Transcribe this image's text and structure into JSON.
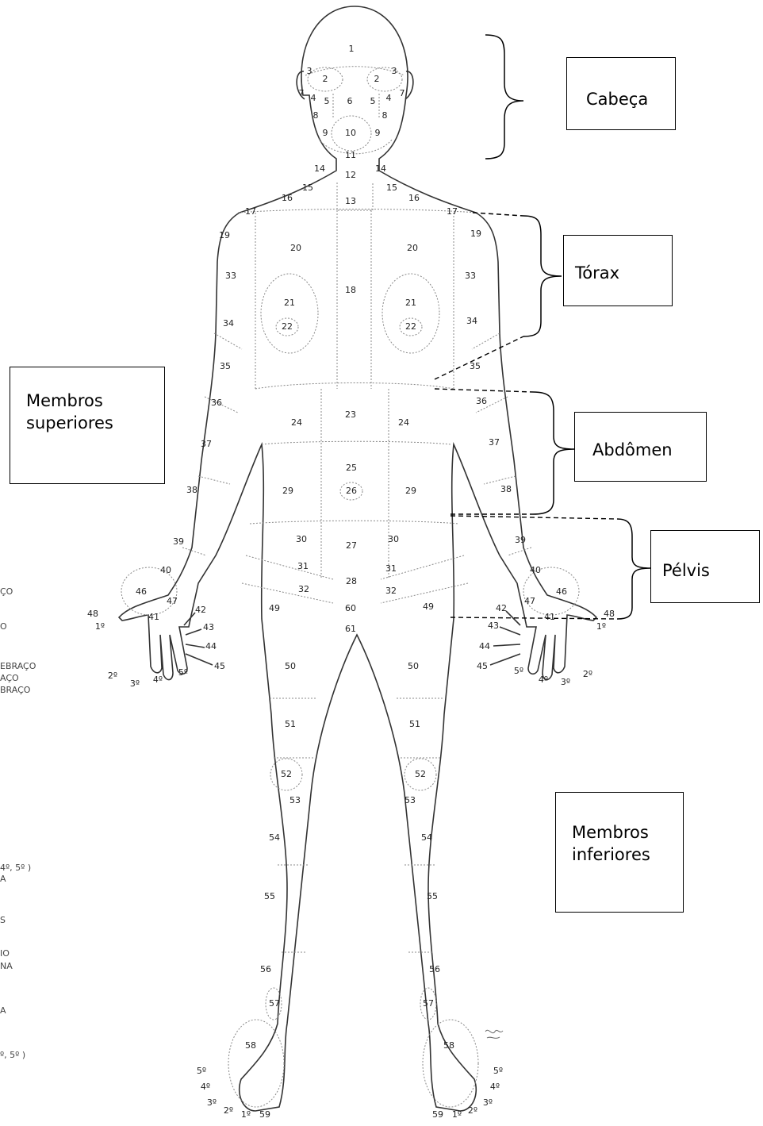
{
  "labels": {
    "cabeca": "Cabeça",
    "torax": "Tórax",
    "abdomen": "Abdômen",
    "pelvis": "Pélvis",
    "membros_superiores": "Membros superiores",
    "membros_inferiores": "Membros inferiores"
  },
  "left_legend_fragments": [
    "ÇO",
    "O",
    "EBRAÇO",
    "AÇO",
    "BRAÇO",
    "4º, 5º )",
    "A",
    "S",
    "IO",
    "NA",
    "A",
    "º, 5º )"
  ],
  "region_numbers": [
    "1",
    "2",
    "2",
    "3",
    "3",
    "4",
    "4",
    "5",
    "5",
    "6",
    "7",
    "7",
    "8",
    "8",
    "9",
    "9",
    "10",
    "11",
    "12",
    "13",
    "14",
    "14",
    "15",
    "15",
    "16",
    "16",
    "17",
    "17",
    "18",
    "19",
    "19",
    "20",
    "20",
    "21",
    "21",
    "22",
    "22",
    "23",
    "24",
    "24",
    "25",
    "26",
    "27",
    "28",
    "29",
    "29",
    "30",
    "30",
    "31",
    "31",
    "32",
    "32",
    "33",
    "33",
    "34",
    "34",
    "35",
    "35",
    "36",
    "36",
    "37",
    "37",
    "38",
    "38",
    "39",
    "39",
    "40",
    "40",
    "41",
    "41",
    "42",
    "42",
    "43",
    "43",
    "44",
    "44",
    "45",
    "45",
    "46",
    "46",
    "47",
    "47",
    "48",
    "48",
    "49",
    "49",
    "50",
    "50",
    "51",
    "51",
    "52",
    "52",
    "53",
    "53",
    "54",
    "54",
    "55",
    "55",
    "56",
    "56",
    "57",
    "57",
    "58",
    "58",
    "59",
    "59",
    "60",
    "61"
  ],
  "digit_labels": [
    "1º",
    "2º",
    "3º",
    "4º",
    "5º",
    "1º",
    "2º",
    "3º",
    "4º",
    "5º",
    "1º",
    "2º",
    "3º",
    "4º",
    "5º",
    "1º",
    "2º",
    "3º",
    "4º",
    "5º"
  ]
}
